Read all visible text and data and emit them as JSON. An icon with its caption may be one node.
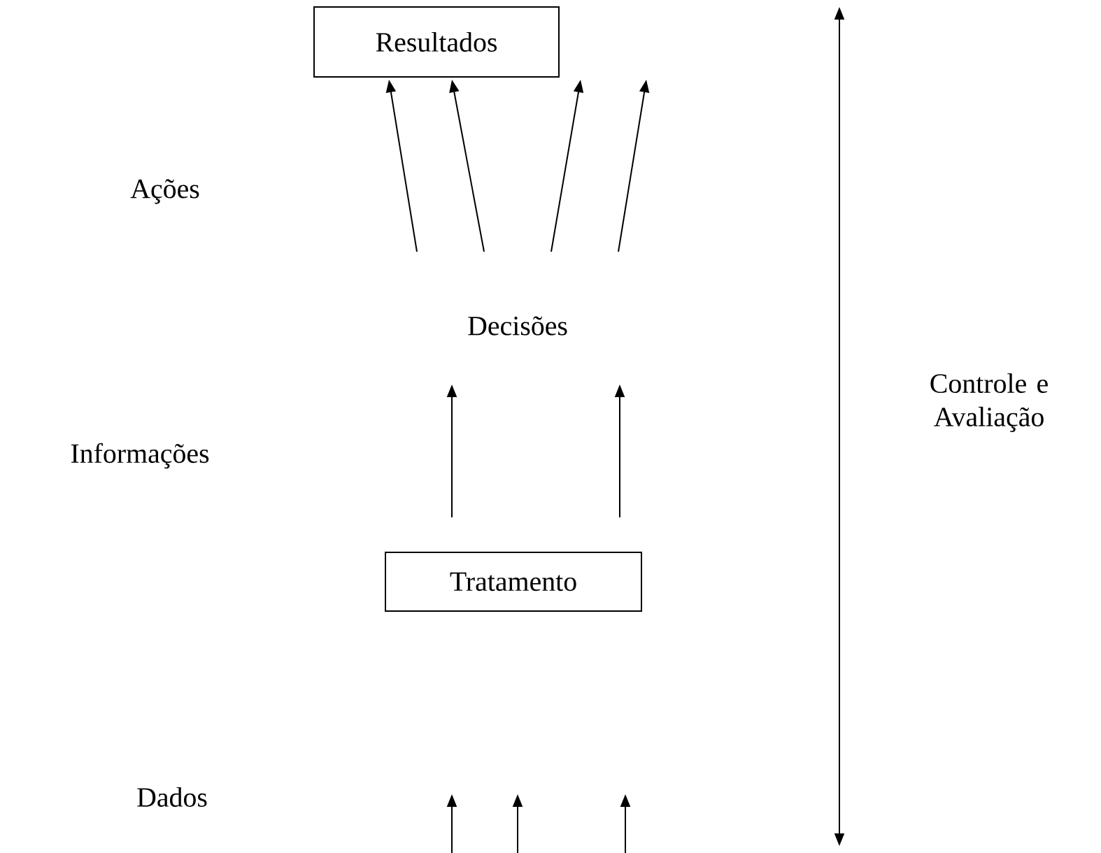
{
  "diagram": {
    "nodes": [
      {
        "text": [
          "Resultados"
        ]
      },
      {
        "text": [
          "Decisões"
        ]
      },
      {
        "text": [
          "Tratamento"
        ]
      }
    ],
    "edges": [
      {
        "from": 1,
        "to": 0,
        "arrow": "to"
      },
      {
        "from": 1,
        "to": 0,
        "arrow": "to"
      },
      {
        "from": 1,
        "to": 0,
        "arrow": "to"
      },
      {
        "from": 1,
        "to": 0,
        "arrow": "to"
      },
      {
        "from": 2,
        "to": 1,
        "arrow": "to"
      },
      {
        "from": 2,
        "to": 1,
        "arrow": "to"
      }
    ],
    "labels": [
      "Ações",
      "Informações",
      "Dados",
      "Controle e Avaliação"
    ]
  }
}
